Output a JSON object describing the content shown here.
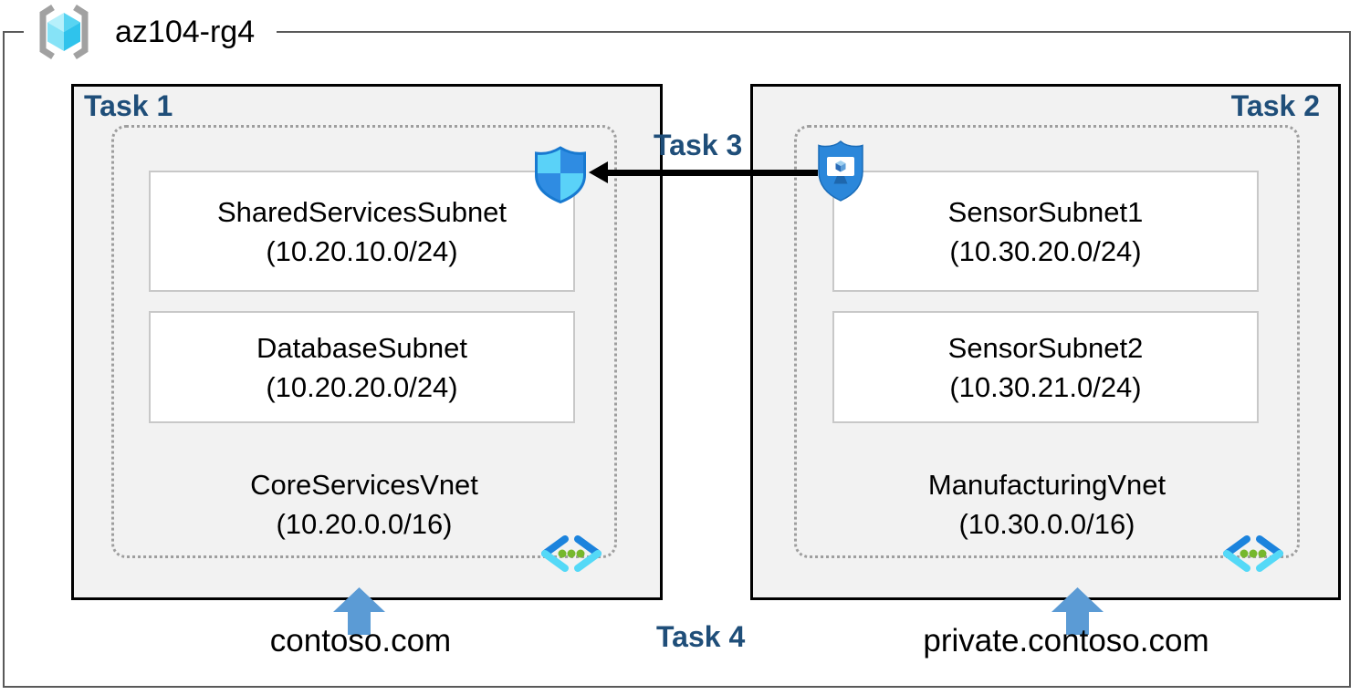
{
  "resource_group": {
    "name": "az104-rg4"
  },
  "labels": {
    "task1": "Task 1",
    "task2": "Task 2",
    "task3": "Task 3",
    "task4": "Task 4"
  },
  "left_vnet": {
    "name": "CoreServicesVnet",
    "cidr": "(10.20.0.0/16)",
    "dns": "contoso.com",
    "subnets": [
      {
        "name": "SharedServicesSubnet",
        "cidr": "(10.20.10.0/24)"
      },
      {
        "name": "DatabaseSubnet",
        "cidr": "(10.20.20.0/24)"
      }
    ]
  },
  "right_vnet": {
    "name": "ManufacturingVnet",
    "cidr": "(10.30.0.0/16)",
    "dns": "private.contoso.com",
    "subnets": [
      {
        "name": "SensorSubnet1",
        "cidr": "(10.30.20.0/24)"
      },
      {
        "name": "SensorSubnet2",
        "cidr": "(10.30.21.0/24)"
      }
    ]
  },
  "icons": {
    "resource_group": "azure-resource-group-cube",
    "nsg": "network-security-group-shield",
    "bastion": "shielded-vm-monitor",
    "vnet": "virtual-network-brackets",
    "up_arrow": "blue-up-arrow"
  },
  "colors": {
    "task_label": "#1f4e79",
    "task_box_fill": "#f2f2f2",
    "dashed_border": "#9e9e9e",
    "blue_arrow": "#5b9bd5",
    "frame_border": "#595959",
    "nsg_light": "#5ad2f8",
    "nsg_medium": "#2f8ce2",
    "vnet_green_dot": "#76b82d"
  }
}
